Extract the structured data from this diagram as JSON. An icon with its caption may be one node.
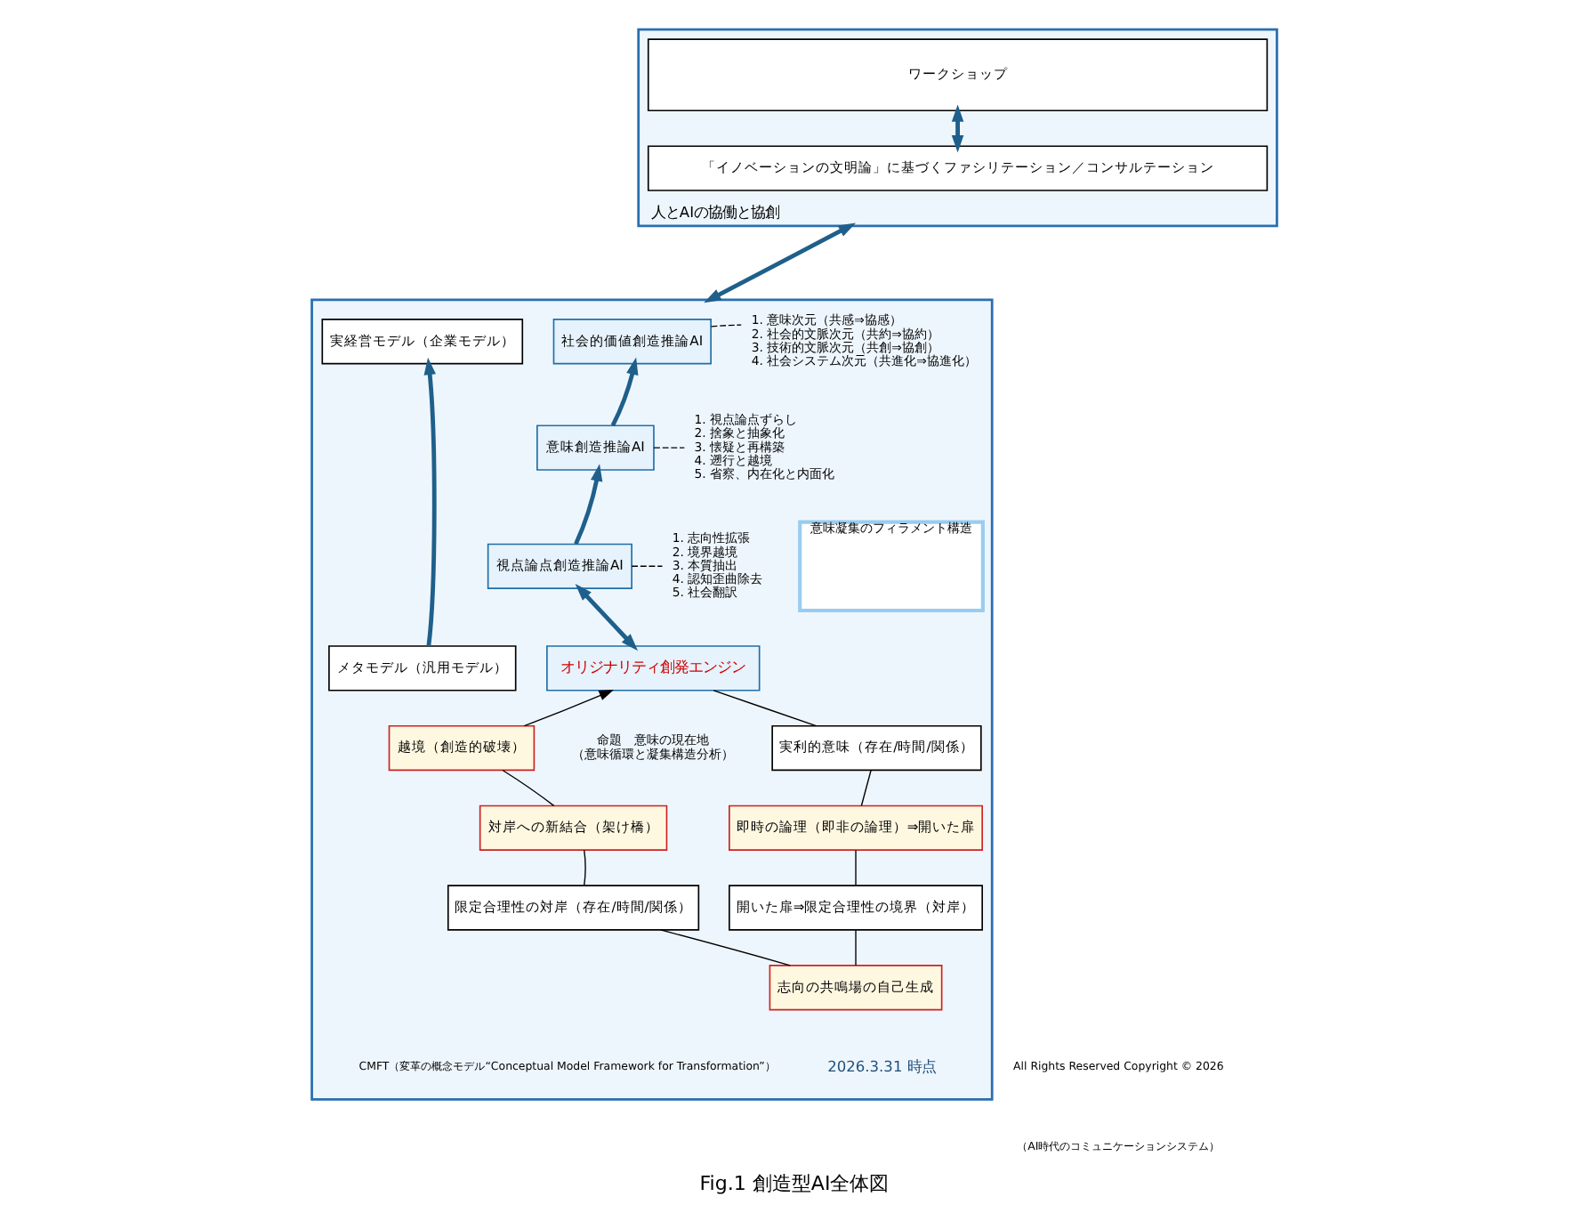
{
  "diagram": {
    "caption": "Fig.1 創造型AI全体図",
    "nodes": [
      {
        "text": [
          "人とAIの協働と協創"
        ]
      },
      {
        "text": [
          "ワークショップ"
        ],
        "in": 0
      },
      {
        "text": [
          "「イノベーションの文明論」に基づくファシリテーション／コンサルテーション"
        ],
        "in": 0
      },
      {
        "text": [],
        "shape": "box"
      },
      {
        "text": [
          "実経営モデル（企業モデル）"
        ],
        "in": 3
      },
      {
        "text": [
          "メタモデル（汎用モデル）"
        ],
        "in": 3
      },
      {
        "text": [
          "社会的価値創造推論AI"
        ],
        "in": 3
      },
      {
        "text": [
          "1. 意味次元（共感⇒協感）",
          "2. 社会的文脈次元（共約⇒協約）",
          "3. 技術的文脈次元（共創⇒協創）",
          "4. 社会システム次元（共進化⇒協進化）"
        ],
        "in": 3
      },
      {
        "text": [
          "意味創造推論AI"
        ],
        "in": 3
      },
      {
        "text": [
          "1. 視点論点ずらし",
          "2. 捨象と抽象化",
          "3. 懐疑と再構築",
          "4. 遡行と越境",
          "5. 省察、内在化と内面化"
        ],
        "in": 3
      },
      {
        "text": [
          "視点論点創造推論AI"
        ],
        "in": 3
      },
      {
        "text": [
          "1. 志向性拡張",
          "2. 境界越境",
          "3. 本質抽出",
          "4. 認知歪曲除去",
          "5. 社会翻訳"
        ],
        "in": 3
      },
      {
        "text": [
          "オリジナリティ創発エンジン"
        ],
        "in": 3
      },
      {
        "text": [
          "意味凝集のフィラメント構造"
        ],
        "in": 3
      },
      {
        "text": [
          "実利的意味（存在/時間/関係）"
        ],
        "in": 3
      },
      {
        "text": [
          "即時の論理（即非の論理）⇒開いた扉"
        ],
        "in": 3
      },
      {
        "text": [
          "開いた扉⇒限定合理性の境界（対岸）"
        ],
        "in": 3
      },
      {
        "text": [
          "志向の共鳴場の自己生成"
        ],
        "in": 3
      },
      {
        "text": [
          "限定合理性の対岸（存在/時間/関係）"
        ],
        "in": 3
      },
      {
        "text": [
          "対岸への新結合（架け橋）"
        ],
        "in": 3
      },
      {
        "text": [
          "越境（創造的破壊）"
        ],
        "in": 3
      }
    ],
    "edges": [
      {
        "from": 1,
        "to": 2,
        "arrow": "both",
        "style": "thick",
        "color": "#1f5f8b"
      },
      {
        "from": 0,
        "to": 3,
        "arrow": "both",
        "style": "thick",
        "color": "#1f5f8b"
      },
      {
        "from": 5,
        "to": 4,
        "arrow": "to",
        "style": "thick",
        "color": "#1f5f8b"
      },
      {
        "from": 8,
        "to": 6,
        "arrow": "to",
        "style": "thick",
        "color": "#1f5f8b"
      },
      {
        "from": 10,
        "to": 8,
        "arrow": "to",
        "style": "thick",
        "color": "#1f5f8b"
      },
      {
        "from": 10,
        "to": 12,
        "arrow": "both",
        "style": "thick",
        "color": "#1f5f8b"
      },
      {
        "from": 6,
        "to": 7,
        "arrow": "none",
        "style": "dashed"
      },
      {
        "from": 8,
        "to": 9,
        "arrow": "none",
        "style": "dashed"
      },
      {
        "from": 10,
        "to": 11,
        "arrow": "none",
        "style": "dashed"
      },
      {
        "from": 12,
        "to": 14,
        "arrow": "none"
      },
      {
        "from": 14,
        "to": 15,
        "arrow": "none"
      },
      {
        "from": 15,
        "to": 16,
        "arrow": "none"
      },
      {
        "from": 16,
        "to": 17,
        "arrow": "none"
      },
      {
        "from": 17,
        "to": 18,
        "arrow": "none"
      },
      {
        "from": 18,
        "to": 19,
        "arrow": "none"
      },
      {
        "from": 19,
        "to": 20,
        "arrow": "none"
      },
      {
        "from": 20,
        "to": 12,
        "arrow": "to"
      }
    ],
    "labels": [
      "命題　意味の現在地",
      "（意味循環と凝集構造分析）",
      "CMFT（変革の概念モデル“Conceptual Model Framework for Transformation”）",
      "2026.3.31 時点",
      "All Rights Reserved Copyright © 2026",
      "（AI時代のコミュニケーションシステム）"
    ]
  }
}
